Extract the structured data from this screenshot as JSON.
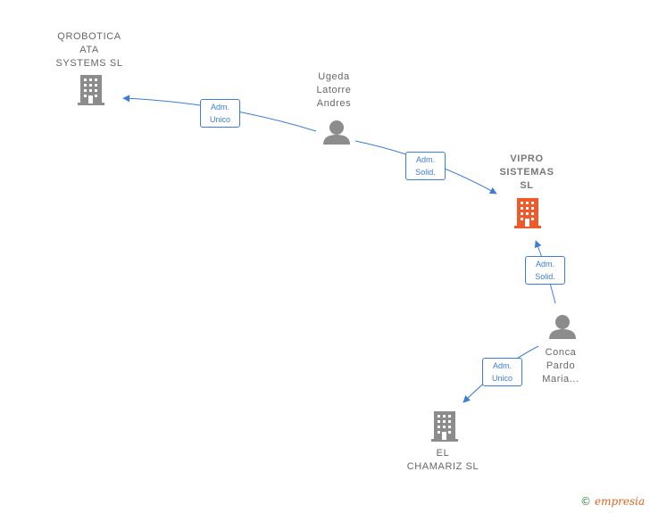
{
  "colors": {
    "edge": "#3b7dd8",
    "company": "#8c8c8c",
    "main_company": "#f05a2a",
    "person": "#8c8c8c"
  },
  "nodes": {
    "qrobotica": {
      "label": "QROBOTICA\nATA\nSYSTEMS  SL",
      "icon": "building-icon"
    },
    "ugeda": {
      "label": "Ugeda\nLatorre\nAndres",
      "icon": "person-icon"
    },
    "vipro": {
      "label": "VIPRO\nSISTEMAS\nSL",
      "icon": "building-icon"
    },
    "conca": {
      "label": "Conca\nPardo\nMaria...",
      "icon": "person-icon"
    },
    "chamariz": {
      "label": "EL\nCHAMARIZ  SL",
      "icon": "building-icon"
    }
  },
  "edges": {
    "e1": {
      "label": "Adm.\nUnico"
    },
    "e2": {
      "label": "Adm.\nSolid."
    },
    "e3": {
      "label": "Adm.\nSolid."
    },
    "e4": {
      "label": "Adm.\nUnico"
    }
  },
  "footer": {
    "copyright": "©",
    "brand": "mpresia",
    "brand_initial": "e"
  }
}
